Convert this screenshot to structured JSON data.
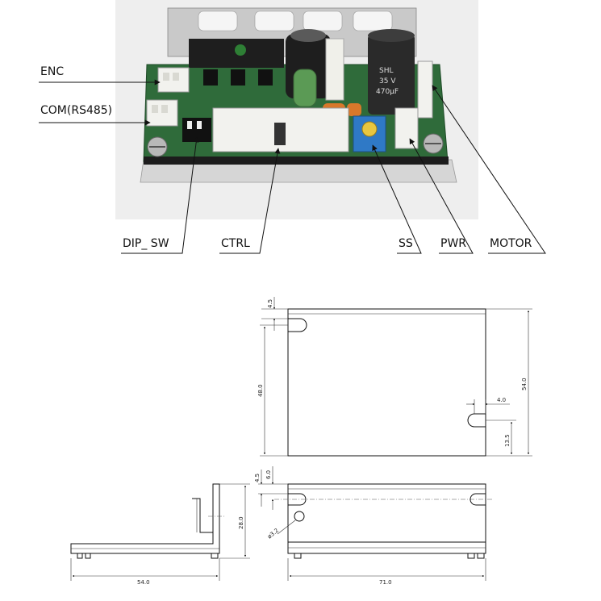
{
  "photo_labels": {
    "enc": "ENC",
    "com": "COM(RS485)",
    "dip": "DIP_ SW",
    "ctrl": "CTRL",
    "ss": "SS",
    "pwr": "PWR",
    "motor": "MOTOR"
  },
  "capacitor_print": {
    "line1": "SHL",
    "line2": "35 V",
    "line3": "470µF"
  },
  "dimensions": {
    "top_slot": "4.5",
    "height_48": "48.0",
    "height_54": "54.0",
    "slot_width": "4.0",
    "bottom_offset": "13.5",
    "side_slot": "4.5",
    "side_6": "6.0",
    "hole_dia": "ø3.2",
    "side_height": "28.0",
    "depth": "54.0",
    "length": "71.0"
  },
  "colors": {
    "pcb": "#2f6b3a",
    "heatsink": "#c9c9c9",
    "connector": "#f2f2ee",
    "trimmer": "#2f79c6",
    "capacitor": "#2a2a2a",
    "inductor": "#1e1e1e",
    "photo_bg": "#eeeeee"
  }
}
